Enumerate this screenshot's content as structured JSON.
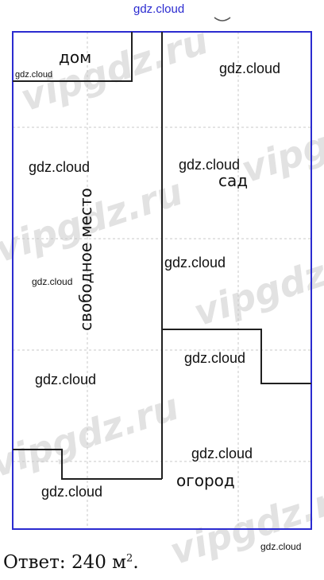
{
  "site_url": "gdz.cloud",
  "watermark_text": "vipgdz.ru",
  "zones": {
    "house": "дом",
    "free_space": "свободное место",
    "garden": "сад",
    "vegetable_garden": "огород"
  },
  "answer": {
    "prefix": "Ответ:",
    "value": "240",
    "unit": "м",
    "exponent": "2",
    "suffix": "."
  },
  "colors": {
    "outline": "#2b2bd0",
    "inner_line": "#202020",
    "grid": "#c8c8c8",
    "watermark": "#e2e2e2"
  }
}
